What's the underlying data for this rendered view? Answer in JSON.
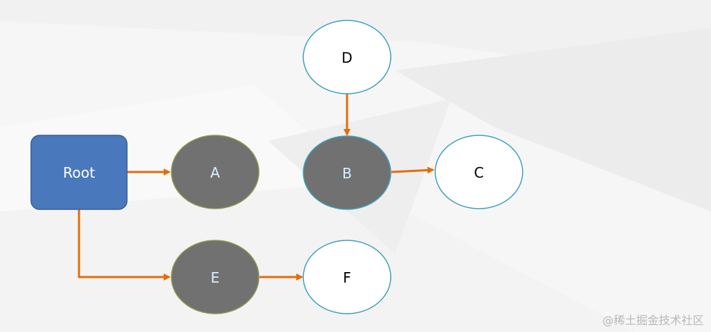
{
  "colors": {
    "edge": "#e46c0a",
    "root_fill": "#4a78bd",
    "root_stroke": "#3a5e95",
    "gray_fill": "#717171",
    "gray_stroke": "#8b9a4c",
    "white_fill": "#ffffff",
    "white_stroke": "#3fa0bf",
    "root_text": "#ffffff",
    "gray_text": "#d8f0ff",
    "white_text": "#000000"
  },
  "nodes": {
    "root": {
      "label": "Root",
      "style": "root"
    },
    "a": {
      "label": "A",
      "style": "gray"
    },
    "b": {
      "label": "B",
      "style": "gray"
    },
    "c": {
      "label": "C",
      "style": "white"
    },
    "d": {
      "label": "D",
      "style": "white"
    },
    "e": {
      "label": "E",
      "style": "gray"
    },
    "f": {
      "label": "F",
      "style": "white"
    }
  },
  "edges": [
    {
      "from": "root",
      "to": "a"
    },
    {
      "from": "d",
      "to": "b"
    },
    {
      "from": "b",
      "to": "c"
    },
    {
      "from": "root",
      "to": "e"
    },
    {
      "from": "e",
      "to": "f"
    }
  ],
  "watermark": "@稀土掘金技术社区"
}
